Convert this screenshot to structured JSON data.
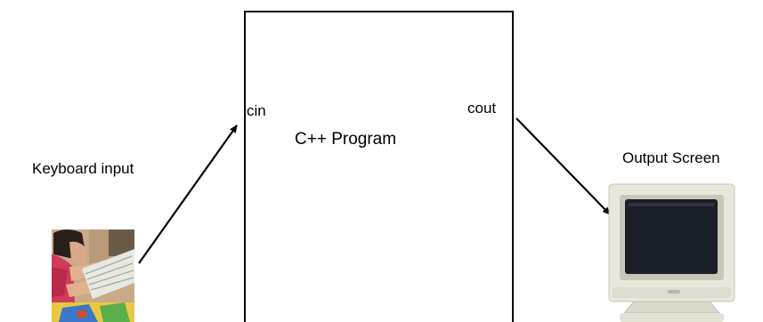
{
  "diagram": {
    "program_label": "C++ Program",
    "cin_label": "cin",
    "cout_label": "cout",
    "keyboard_label": "Keyboard input",
    "output_label": "Output Screen"
  },
  "colors": {
    "line": "#000000",
    "background": "#ffffff",
    "monitor_body": "#e9e7dc",
    "monitor_screen": "#1b1f27"
  },
  "icons": {
    "keyboard_user": "person-typing-photo-icon",
    "monitor": "crt-monitor-icon"
  }
}
